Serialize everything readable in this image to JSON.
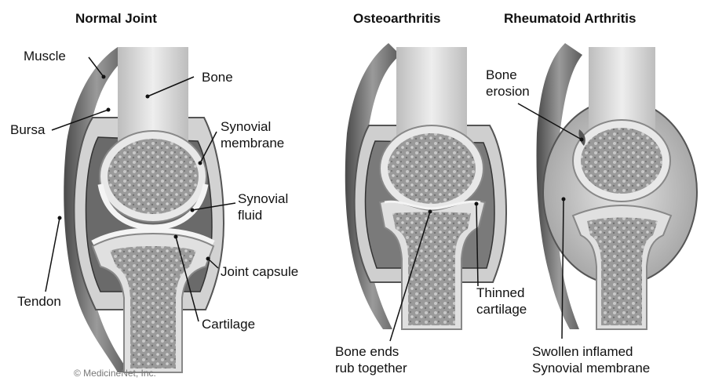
{
  "titles": {
    "normal": "Normal Joint",
    "osteo": "Osteoarthritis",
    "rheum": "Rheumatoid Arthritis"
  },
  "normal_labels": {
    "muscle": "Muscle",
    "bursa": "Bursa",
    "tendon": "Tendon",
    "bone": "Bone",
    "synovial_membrane_1": "Synovial",
    "synovial_membrane_2": "membrane",
    "synovial_fluid_1": "Synovial",
    "synovial_fluid_2": "fluid",
    "joint_capsule": "Joint capsule",
    "cartilage": "Cartilage"
  },
  "osteo_labels": {
    "thinned_cartilage_1": "Thinned",
    "thinned_cartilage_2": "cartilage",
    "bone_ends_1": "Bone ends",
    "bone_ends_2": "rub together"
  },
  "rheum_labels": {
    "bone_erosion_1": "Bone",
    "bone_erosion_2": "erosion",
    "swollen_1": "Swollen inflamed",
    "swollen_2": "Synovial membrane"
  },
  "copyright": "© MedicineNet, Inc."
}
